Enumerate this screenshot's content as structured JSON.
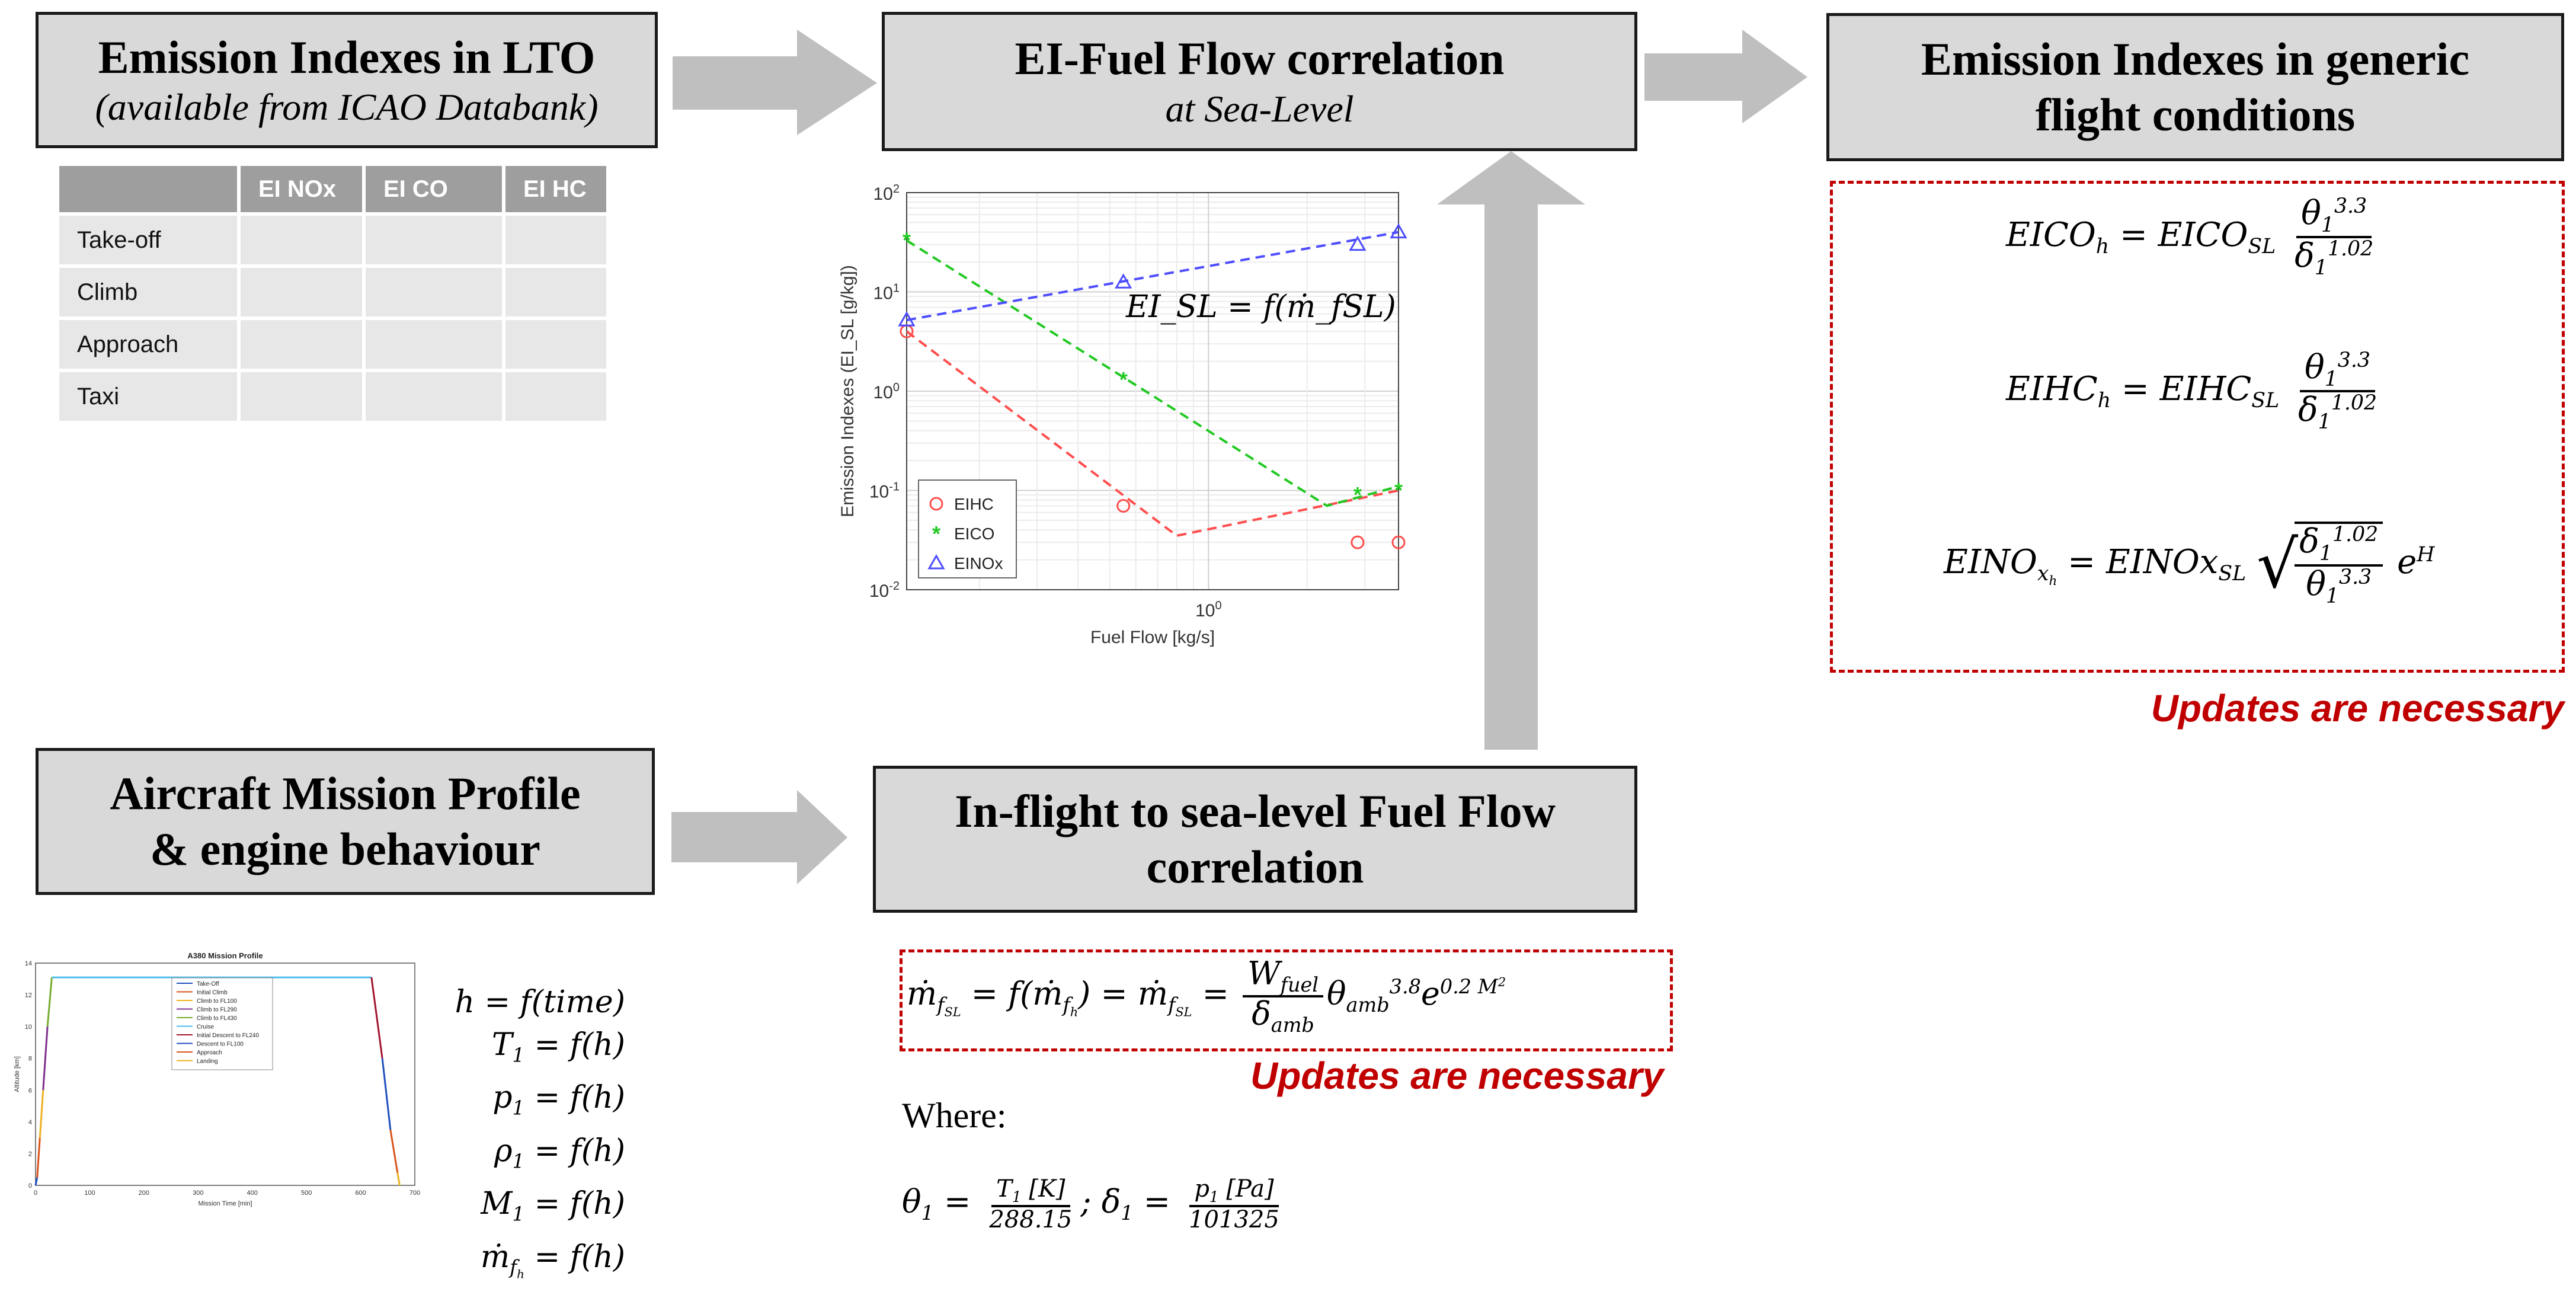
{
  "boxes": {
    "lto": {
      "title": "Emission Indexes in LTO",
      "subtitle": "(available from ICAO Databank)"
    },
    "corr": {
      "title": "EI-Fuel Flow correlation",
      "subtitle": "at Sea-Level"
    },
    "generic": {
      "title_line1": "Emission Indexes in generic",
      "title_line2": "flight conditions"
    },
    "mission": {
      "title_line1": "Aircraft Mission Profile",
      "title_line2": "& engine behaviour"
    },
    "inflight": {
      "title_line1": "In-flight to sea-level Fuel Flow",
      "title_line2": "correlation"
    }
  },
  "lto_table": {
    "headers": [
      "",
      "EI NOx",
      "EI CO",
      "EI HC"
    ],
    "rows": [
      "Take-off",
      "Climb",
      "Approach",
      "Taxi"
    ]
  },
  "updates_label": "Updates are necessary",
  "where_label": "Where:",
  "colors": {
    "box_fill": "#d9d9d9",
    "arrow": "#bfbfbf",
    "dash_red": "#c00000",
    "eihc": "#ff4d4d",
    "eico": "#22c922",
    "einox": "#4d4dff"
  },
  "chart_data": [
    {
      "type": "scatter",
      "xlabel": "Fuel Flow [kg/s]",
      "ylabel": "Emission Indexes (EI_SL [g/kg])",
      "x_scale": "log",
      "y_scale": "log",
      "xlim": [
        0.12,
        3.8
      ],
      "ylim": [
        0.01,
        100
      ],
      "x_ticks": [
        "10^0"
      ],
      "y_ticks": [
        "10^-2",
        "10^-1",
        "10^0",
        "10^1",
        "10^2"
      ],
      "grid": true,
      "legend_position": "bottom-left",
      "annotation": "EI_SL = f(ṁ_fSL)",
      "series": [
        {
          "name": "EIHC",
          "marker": "circle",
          "color": "#ff4d4d",
          "x": [
            0.12,
            0.55,
            2.85,
            3.8
          ],
          "y": [
            4.0,
            0.07,
            0.03,
            0.03
          ],
          "fit_x": [
            0.12,
            0.8,
            3.8
          ],
          "fit_y": [
            4.0,
            0.035,
            0.1
          ]
        },
        {
          "name": "EICO",
          "marker": "star",
          "color": "#22c922",
          "x": [
            0.12,
            0.55,
            2.85,
            3.8
          ],
          "y": [
            33,
            1.3,
            0.09,
            0.1
          ],
          "fit_x": [
            0.12,
            2.3,
            3.8
          ],
          "fit_y": [
            33,
            0.07,
            0.11
          ]
        },
        {
          "name": "EINOx",
          "marker": "triangle",
          "color": "#4d4dff",
          "x": [
            0.12,
            0.55,
            2.85,
            3.8
          ],
          "y": [
            5.2,
            12.5,
            30,
            40
          ],
          "fit_x": [
            0.12,
            3.8
          ],
          "fit_y": [
            5.2,
            40
          ]
        }
      ]
    },
    {
      "type": "line",
      "title": "A380 Mission Profile",
      "xlabel": "Mission Time [min]",
      "ylabel": "Altitude [km]",
      "xlim": [
        0,
        700
      ],
      "ylim": [
        0,
        14
      ],
      "x_ticks": [
        "0",
        "100",
        "200",
        "300",
        "400",
        "500",
        "600",
        "700"
      ],
      "y_ticks": [
        "0",
        "2",
        "4",
        "6",
        "8",
        "10",
        "12",
        "14"
      ],
      "legend_position": "top-center",
      "series": [
        {
          "name": "Take-Off",
          "color": "#1f4fbf",
          "x": [
            0,
            3
          ],
          "y": [
            0,
            0.5
          ]
        },
        {
          "name": "Initial Climb",
          "color": "#d9541a",
          "x": [
            3,
            8
          ],
          "y": [
            0.5,
            3
          ]
        },
        {
          "name": "Climb to FL100",
          "color": "#edb120",
          "x": [
            8,
            14
          ],
          "y": [
            3,
            6
          ]
        },
        {
          "name": "Climb to FL290",
          "color": "#7e2f8e",
          "x": [
            14,
            22
          ],
          "y": [
            6,
            10
          ]
        },
        {
          "name": "Climb to FL430",
          "color": "#77ac30",
          "x": [
            22,
            30
          ],
          "y": [
            10,
            13.1
          ]
        },
        {
          "name": "Cruise",
          "color": "#4dbeee",
          "x": [
            30,
            620
          ],
          "y": [
            13.1,
            13.1
          ]
        },
        {
          "name": "Initial Descent to FL240",
          "color": "#a2142f",
          "x": [
            620,
            640
          ],
          "y": [
            13.1,
            8
          ]
        },
        {
          "name": "Descent to FL100",
          "color": "#1f4fbf",
          "x": [
            640,
            655
          ],
          "y": [
            8,
            3.5
          ]
        },
        {
          "name": "Approach",
          "color": "#d9541a",
          "x": [
            655,
            668
          ],
          "y": [
            3.5,
            0.8
          ]
        },
        {
          "name": "Landing",
          "color": "#edb120",
          "x": [
            668,
            672
          ],
          "y": [
            0.8,
            0
          ]
        }
      ]
    }
  ]
}
